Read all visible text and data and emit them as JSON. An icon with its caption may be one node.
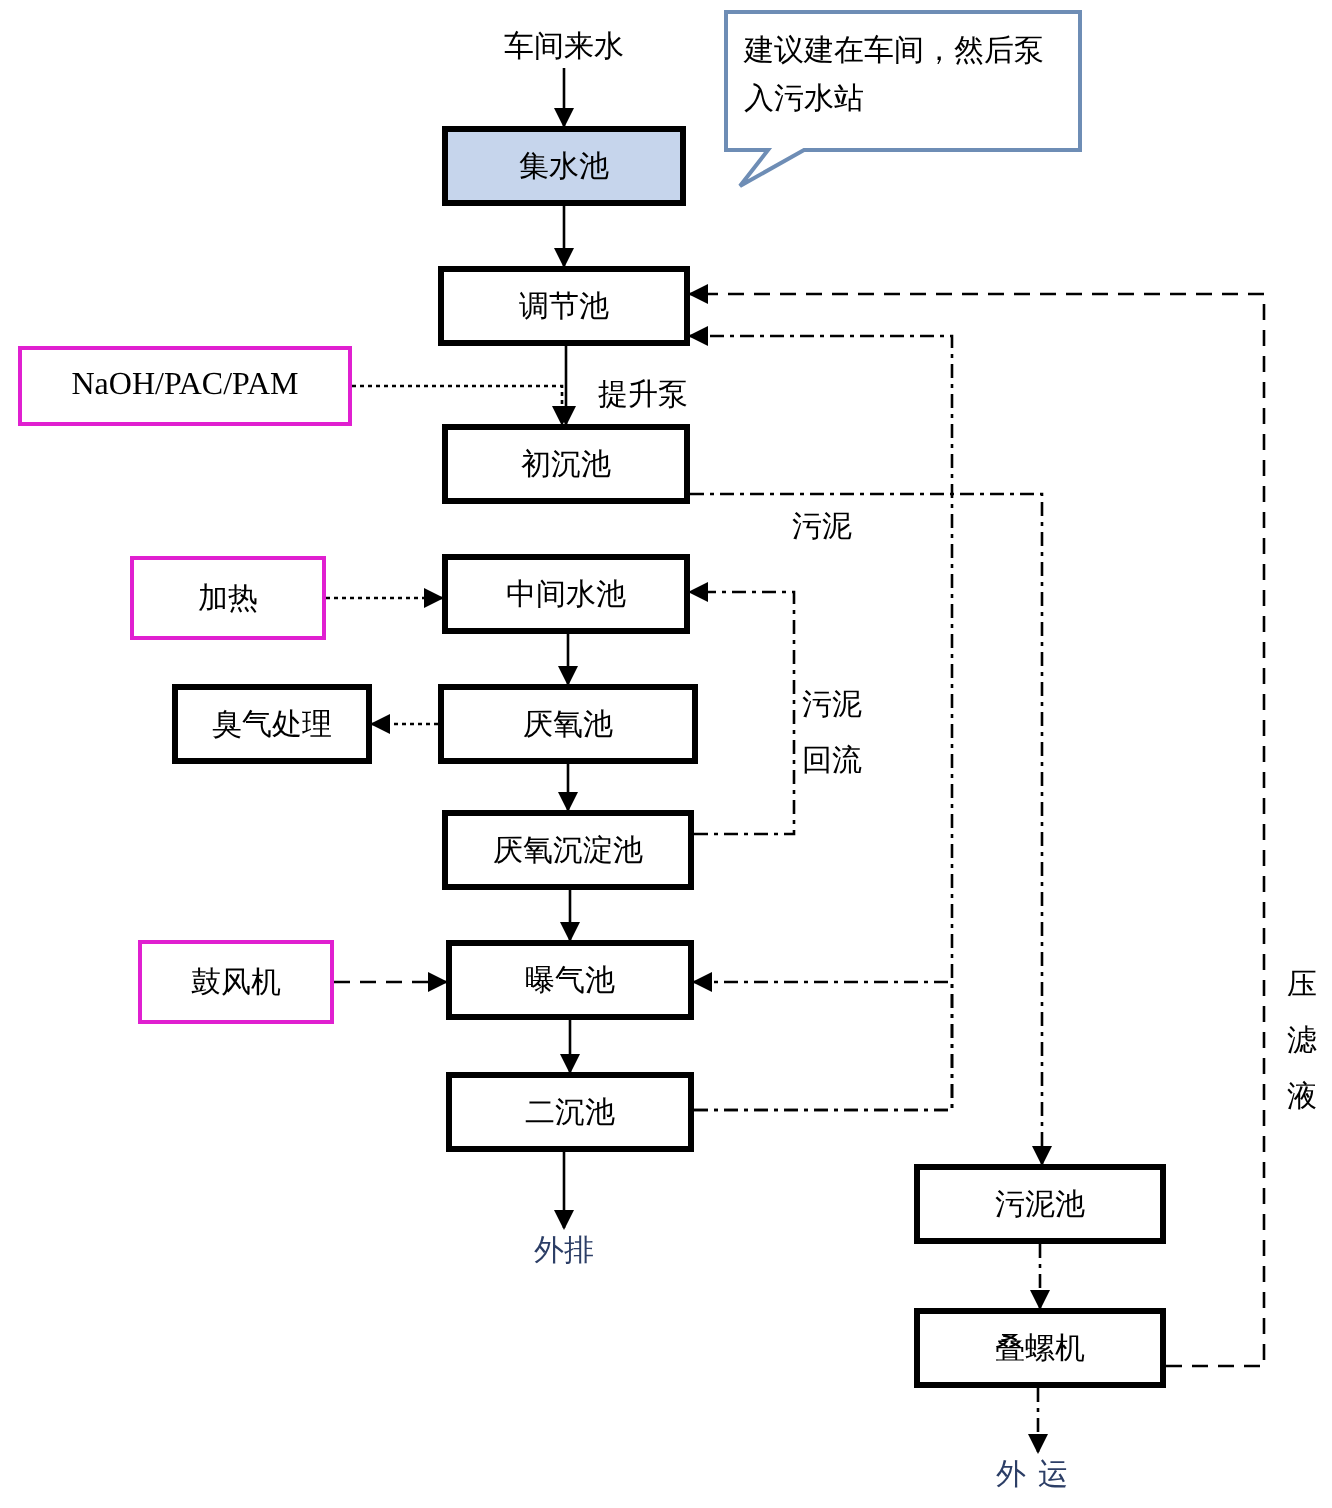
{
  "diagram": {
    "nodes": [
      {
        "text": [
          "车间来水"
        ]
      },
      {
        "text": [
          "建议建在车间，然后泵入污水站"
        ]
      },
      {
        "text": [
          "集水池"
        ]
      },
      {
        "text": [
          "调节池"
        ]
      },
      {
        "text": [
          "NaOH/PAC/PAM"
        ]
      },
      {
        "text": [
          "初沉池"
        ]
      },
      {
        "text": [
          "加热"
        ]
      },
      {
        "text": [
          "中间水池"
        ]
      },
      {
        "text": [
          "臭气处理"
        ]
      },
      {
        "text": [
          "厌氧池"
        ]
      },
      {
        "text": [
          "厌氧沉淀池"
        ]
      },
      {
        "text": [
          "鼓风机"
        ]
      },
      {
        "text": [
          "曝气池"
        ]
      },
      {
        "text": [
          "二沉池"
        ]
      },
      {
        "text": [
          "外排"
        ]
      },
      {
        "text": [
          "污泥池"
        ]
      },
      {
        "text": [
          "叠螺机"
        ]
      },
      {
        "text": [
          "外运"
        ]
      }
    ],
    "edges": [
      {
        "from": 0,
        "to": 2,
        "arrow": "to"
      },
      {
        "from": 2,
        "to": 3,
        "arrow": "to"
      },
      {
        "from": 3,
        "to": 5,
        "arrow": "to",
        "label": "提升泵"
      },
      {
        "from": 4,
        "to": 5,
        "arrow": "to",
        "style": "dashed"
      },
      {
        "from": 5,
        "to": 15,
        "arrow": "to",
        "style": "dashed",
        "label": "污泥"
      },
      {
        "from": 6,
        "to": 7,
        "arrow": "to",
        "style": "dashed"
      },
      {
        "from": 7,
        "to": 9,
        "arrow": "to"
      },
      {
        "from": 9,
        "to": 8,
        "arrow": "to",
        "style": "dashed"
      },
      {
        "from": 9,
        "to": 10,
        "arrow": "to"
      },
      {
        "from": 10,
        "to": 7,
        "arrow": "to",
        "style": "dashed",
        "label": "污泥回流"
      },
      {
        "from": 10,
        "to": 12,
        "arrow": "to"
      },
      {
        "from": 11,
        "to": 12,
        "arrow": "to",
        "style": "dashed"
      },
      {
        "from": 12,
        "to": 13,
        "arrow": "to"
      },
      {
        "from": 13,
        "to": 3,
        "arrow": "to",
        "style": "dashed"
      },
      {
        "from": 13,
        "to": 12,
        "arrow": "to",
        "style": "dashed"
      },
      {
        "from": 13,
        "to": 14,
        "arrow": "to"
      },
      {
        "from": 15,
        "to": 16,
        "arrow": "to",
        "style": "dashed"
      },
      {
        "from": 16,
        "to": 17,
        "arrow": "to",
        "style": "dashed"
      },
      {
        "from": 16,
        "to": 3,
        "arrow": "to",
        "style": "dashed",
        "label": "压滤液"
      }
    ]
  }
}
